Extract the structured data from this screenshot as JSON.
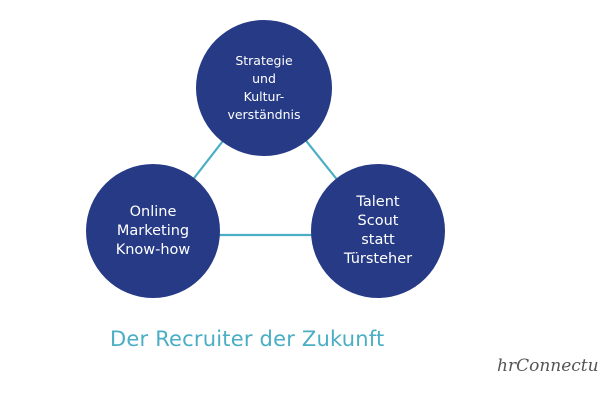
{
  "diagram": {
    "nodes": [
      {
        "id": "strategie",
        "lines": [
          "Strategie",
          "und",
          "Kultur-",
          "verständnis"
        ]
      },
      {
        "id": "online-marketing",
        "lines": [
          "Online",
          "Marketing",
          "Know-how"
        ]
      },
      {
        "id": "talent-scout",
        "lines": [
          "Talent",
          "Scout",
          "statt",
          "Türsteher"
        ]
      }
    ],
    "caption": "Der Recruiter der Zukunft"
  },
  "brand": {
    "logo_text": "hrConnectu"
  },
  "colors": {
    "node_fill": "#263a86",
    "connector": "#4aaec4",
    "caption": "#4aaec4",
    "brand": "#555555"
  }
}
